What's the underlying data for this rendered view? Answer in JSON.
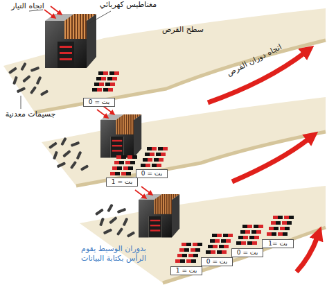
{
  "diagram": {
    "labels": [
      "مغناطيس كهربائي",
      "اتجاه التيار",
      "سطح القرص",
      "اتجاه دوران القرص",
      "جسيمات معدنية",
      "بت = 0",
      "بت = 1",
      "بت = 0",
      "بت = 1",
      "بت = 0",
      "بت = 0",
      "بت =1",
      "بدوران الوسيط يقوم الرأس بكتابة البيانات"
    ]
  }
}
